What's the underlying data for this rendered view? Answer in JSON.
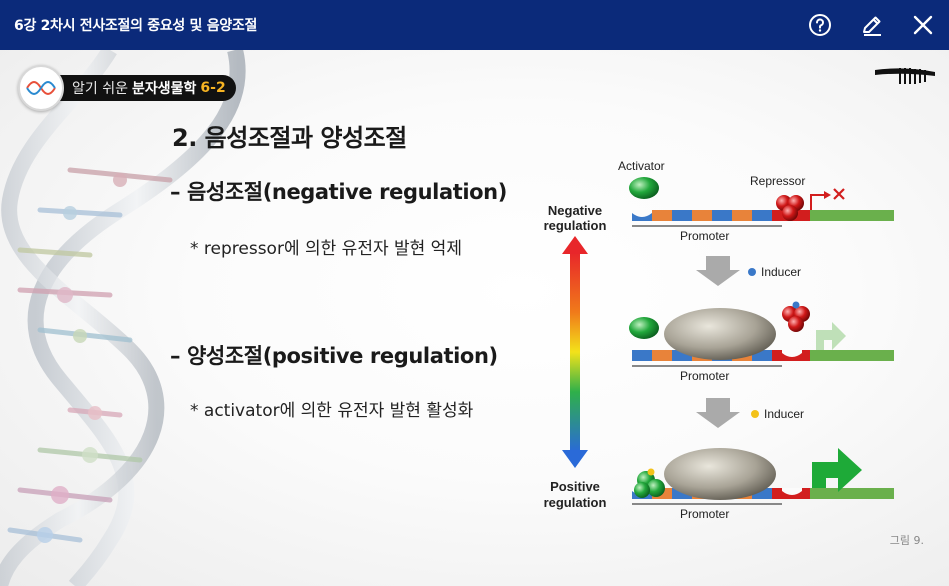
{
  "window": {
    "title": "6강 2차시 전사조절의 중요성 및 음양조절"
  },
  "toolbar": {
    "help_icon": "help-icon",
    "edit_icon": "pencil-icon",
    "close_icon": "close-icon"
  },
  "course_badge": {
    "prefix": "알기 쉬운",
    "name": "분자생물학",
    "number": "6-2"
  },
  "slide": {
    "heading": "2. 음성조절과 양성조절",
    "negative_title": "– 음성조절(negative regulation)",
    "negative_bullet": "* repressor에 의한 유전자 발현 억제",
    "positive_title": "– 양성조절(positive regulation)",
    "positive_bullet": "* activator에 의한 유전자 발현 활성화"
  },
  "diagram": {
    "activator_label": "Activator",
    "repressor_label": "Repressor",
    "negative_label": [
      "Negative",
      "regulation"
    ],
    "positive_label": [
      "Positive",
      "regulation"
    ],
    "promoter_label": "Promoter",
    "inducer_label": "Inducer",
    "colors": {
      "dna_green": "#6ab04c",
      "promoter_orange": "#e8833a",
      "promoter_blue": "#3a78c8",
      "repressor_red": "#d21e1e",
      "activator_green": "#1e9a3a"
    }
  },
  "caption": "그림 9."
}
